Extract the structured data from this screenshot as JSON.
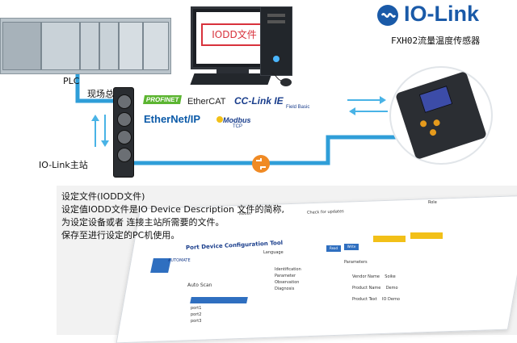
{
  "brand": {
    "logo_text": "IO-Link",
    "product": "FXH02流量温度传感器",
    "accent": "#1a5aa8"
  },
  "plc": {
    "label": "PLC"
  },
  "computer": {
    "screen_label": "IODD文件"
  },
  "fieldbus": {
    "label": "现场总线"
  },
  "hub": {
    "label": "IO-Link主站"
  },
  "protocols": {
    "profinet": "PROFINET",
    "ethercat": "EtherCAT",
    "cclink": "CC-Link IE",
    "cclink_sub": "Field Basic",
    "ethernetip": "EtherNet/IP",
    "modbus": "Modbus",
    "modbus_sub": "TCP"
  },
  "description": {
    "line1": "设定文件(IODD文件)",
    "line2": "设定值IODD文件是IO Device Description 文件的简称,",
    "line3": "为设定设备或者 连接主站所需要的文件。",
    "line4": "保存至进行设定的PC机使用。"
  },
  "software": {
    "title": "Port Device Configuration Tool",
    "check_updates": "Check for updates",
    "about": "About",
    "role": "Role",
    "company": "AUTOMATE",
    "language": "Language",
    "auto_scan": "Auto Scan",
    "tree": [
      "Identification",
      "Parameter",
      "Observation",
      "Diagnosis"
    ],
    "ports": [
      "port1",
      "port2",
      "port3"
    ],
    "table_head": "Parameters",
    "rows": [
      {
        "name": "Vendor Name",
        "value": "Soike"
      },
      {
        "name": "Product Name",
        "value": "Demo"
      },
      {
        "name": "Product Text",
        "value": "IO Demo"
      }
    ],
    "buttons": [
      "Read",
      "Write"
    ]
  },
  "colors": {
    "line_blue": "#2f9ed8",
    "arrow_blue": "#49b3e6",
    "coupler_orange": "#f08a24",
    "iodd_red": "#d8323c"
  }
}
